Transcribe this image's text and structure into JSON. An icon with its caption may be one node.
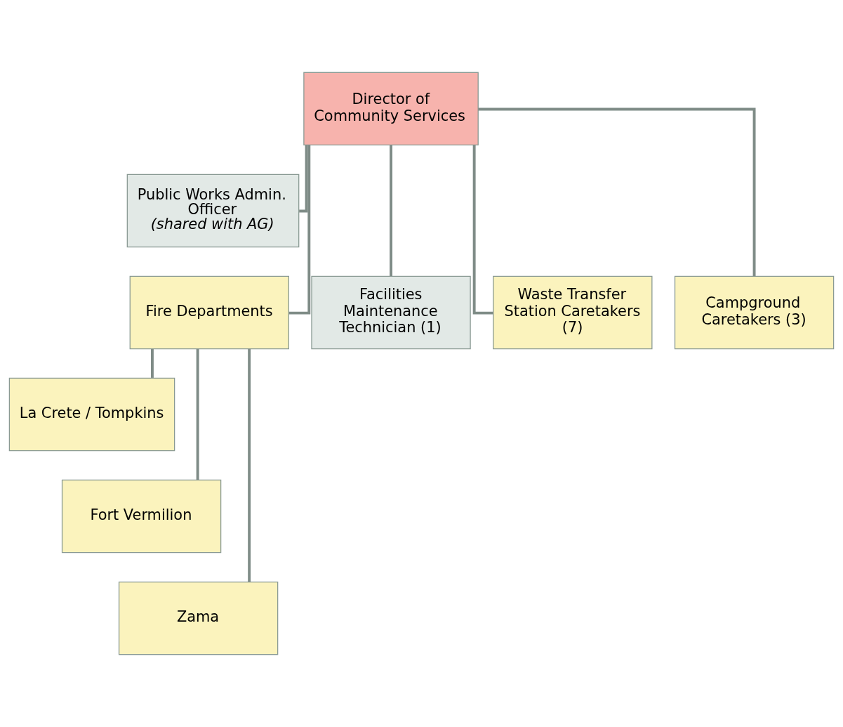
{
  "diagram": {
    "nodes": [
      {
        "text": [
          "Director of Community Services"
        ]
      },
      {
        "text": [
          "Public Works Admin. Officer",
          "(shared with AG)"
        ]
      },
      {
        "text": [
          "Facilities Maintenance Technician (1)"
        ]
      },
      {
        "text": [
          "Fire Departments"
        ]
      },
      {
        "text": [
          "Waste Transfer Station Caretakers (7)"
        ]
      },
      {
        "text": [
          "Campground Caretakers (3)"
        ]
      },
      {
        "text": [
          "La Crete / Tompkins"
        ]
      },
      {
        "text": [
          "Fort Vermilion"
        ]
      },
      {
        "text": [
          "Zama"
        ]
      }
    ],
    "edges": [
      {
        "from": 0,
        "to": 1,
        "arrow": "none"
      },
      {
        "from": 0,
        "to": 2,
        "arrow": "none"
      },
      {
        "from": 0,
        "to": 3,
        "arrow": "none"
      },
      {
        "from": 0,
        "to": 4,
        "arrow": "none"
      },
      {
        "from": 0,
        "to": 5,
        "arrow": "none"
      },
      {
        "from": 3,
        "to": 6,
        "arrow": "none"
      },
      {
        "from": 3,
        "to": 7,
        "arrow": "none"
      },
      {
        "from": 3,
        "to": 8,
        "arrow": "none"
      }
    ]
  }
}
